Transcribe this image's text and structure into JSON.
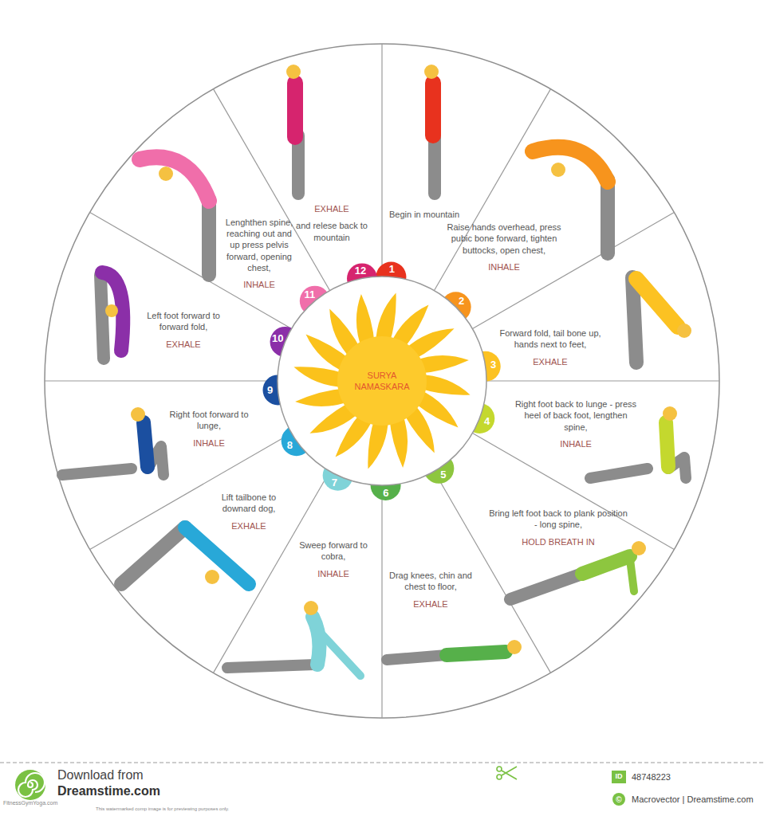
{
  "diagram": {
    "nodes": [
      {
        "text": [
          "SURYA NAMASKARA"
        ]
      },
      {
        "text": [
          "Begin in mountain"
        ]
      },
      {
        "text": [
          "Raise hands overhead, press pubic bone forward, tighten buttocks, open chest,",
          "INHALE"
        ]
      },
      {
        "text": [
          "Forward fold, tail bone up, hands next to feet,",
          "EXHALE"
        ]
      },
      {
        "text": [
          "Right foot back to lunge - press heel of back foot, lengthen spine,",
          "INHALE"
        ]
      },
      {
        "text": [
          "Bring left foot back to plank position - long spine,",
          "HOLD BREATH IN"
        ]
      },
      {
        "text": [
          "Drag knees, chin and chest to floor,",
          "EXHALE"
        ]
      },
      {
        "text": [
          "Sweep forward to cobra,",
          "INHALE"
        ]
      },
      {
        "text": [
          "Lift tailbone to downard dog,",
          "EXHALE"
        ]
      },
      {
        "text": [
          "Right foot forward to lunge,",
          "INHALE"
        ]
      },
      {
        "text": [
          "Left foot forward to forward fold,",
          "EXHALE"
        ]
      },
      {
        "text": [
          "Lenghthen spine, reaching out and up press pelvis forward, opening chest,",
          "INHALE"
        ]
      },
      {
        "text": [
          "EXHALE",
          "and relese back to mountain"
        ]
      }
    ],
    "labels": [
      "1",
      "2",
      "3",
      "4",
      "5",
      "6",
      "7",
      "8",
      "9",
      "10",
      "11",
      "12",
      "Download from",
      "Dreamstime.com",
      "This watermarked comp image is for previewing purposes only.",
      "FitnessGymYoga.com",
      "ID",
      "48748223",
      "©",
      "Macrovector | Dreamstime.com"
    ]
  }
}
